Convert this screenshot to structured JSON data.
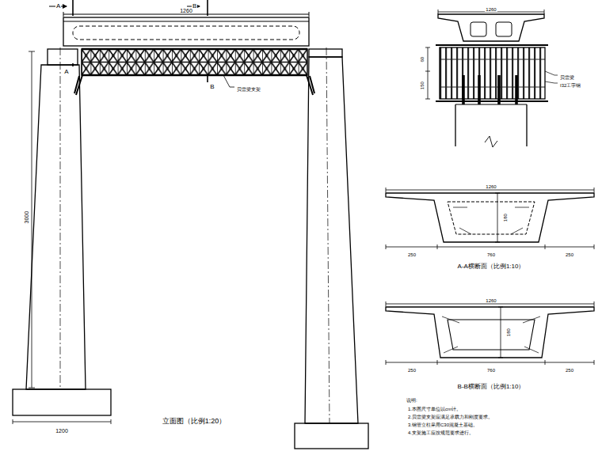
{
  "diagram": {
    "labels": [
      "A",
      "B",
      "1260",
      "A",
      "B",
      "贝雷梁支架",
      "3000",
      "1200",
      "立面图（比例1:20）",
      "1260",
      "60",
      "150",
      "贝雷梁",
      "I32工字钢",
      "1260",
      "250",
      "760",
      "250",
      "180",
      "A-A横断面（比例1:10）",
      "1260",
      "250",
      "760",
      "250",
      "180",
      "B-B横断面（比例1:10）",
      "说明:",
      "1.本图尺寸单位以cm计。",
      "2.贝雷梁支架应满足承载力和刚度要求。",
      "3.钢管立柱采用C30混凝土基础。",
      "4.支架施工应按规范要求进行。"
    ]
  }
}
